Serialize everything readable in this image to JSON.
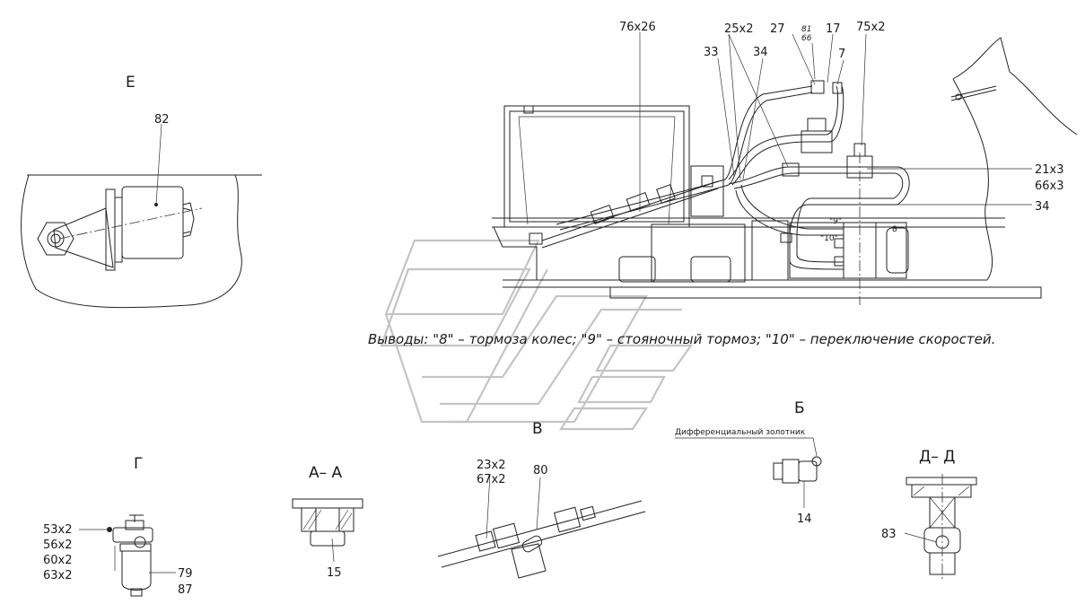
{
  "views": {
    "e": "Е",
    "g": "Г",
    "aa": "А– А",
    "v": "В",
    "b": "Б",
    "dd": "Д– Д"
  },
  "note": "Выводы: \"8\" – тормоза колес; \"9\" – стояночный тормоз; \"10\" – переключение скоростей.",
  "callouts": {
    "main": [
      "76x26",
      "25x2",
      "27",
      "81",
      "66",
      "17",
      "75x2",
      "33",
      "34",
      "7",
      "21x3",
      "66x3",
      "34"
    ],
    "view_e": [
      "82"
    ],
    "view_g_left": [
      "53x2",
      "56x2",
      "60x2",
      "63x2"
    ],
    "view_g_right": [
      "79",
      "87"
    ],
    "view_aa": [
      "15"
    ],
    "view_v": [
      "23x2",
      "67x2",
      "80"
    ],
    "view_b": [
      "Дифференциальный золотник",
      "14"
    ],
    "view_dd": [
      "83"
    ]
  },
  "port_marks": [
    "\"9\"",
    "\"10\"",
    "8"
  ]
}
